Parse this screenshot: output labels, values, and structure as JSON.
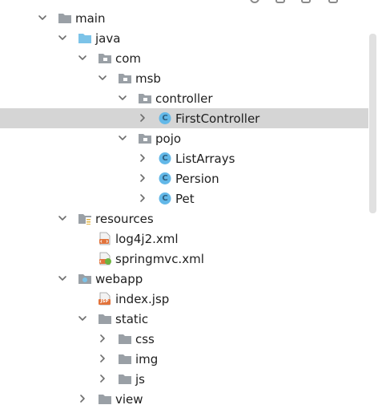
{
  "colors": {
    "selection": "#d5d5d5",
    "folder": "#9aa0a6",
    "source_folder": "#7cc3e8",
    "class_circle": "#63b8e8",
    "class_letter": "#2d5f80",
    "scrollbar_thumb": "#e1e1e1",
    "chevron": "#6e6e6e"
  },
  "tree": {
    "items": [
      {
        "label": "main",
        "icon": "folder-icon",
        "depth": 0,
        "state": "expanded"
      },
      {
        "label": "java",
        "icon": "source-folder-icon",
        "depth": 1,
        "state": "expanded"
      },
      {
        "label": "com",
        "icon": "package-icon",
        "depth": 2,
        "state": "expanded"
      },
      {
        "label": "msb",
        "icon": "package-icon",
        "depth": 3,
        "state": "expanded"
      },
      {
        "label": "controller",
        "icon": "package-icon",
        "depth": 4,
        "state": "expanded"
      },
      {
        "label": "FirstController",
        "icon": "class-icon",
        "letter": "C",
        "depth": 5,
        "state": "collapsed",
        "selected": true
      },
      {
        "label": "pojo",
        "icon": "package-icon",
        "depth": 4,
        "state": "expanded"
      },
      {
        "label": "ListArrays",
        "icon": "class-icon",
        "letter": "C",
        "depth": 5,
        "state": "collapsed"
      },
      {
        "label": "Persion",
        "icon": "class-icon",
        "letter": "C",
        "depth": 5,
        "state": "collapsed"
      },
      {
        "label": "Pet",
        "icon": "class-icon",
        "letter": "C",
        "depth": 5,
        "state": "collapsed"
      },
      {
        "label": "resources",
        "icon": "resources-folder-icon",
        "depth": 1,
        "state": "expanded"
      },
      {
        "label": "log4j2.xml",
        "icon": "xml-file-icon",
        "depth": 2,
        "state": "leaf"
      },
      {
        "label": "springmvc.xml",
        "icon": "spring-xml-file-icon",
        "depth": 2,
        "state": "leaf"
      },
      {
        "label": "webapp",
        "icon": "web-folder-icon",
        "depth": 1,
        "state": "expanded"
      },
      {
        "label": "index.jsp",
        "icon": "jsp-file-icon",
        "badge": "JSP",
        "depth": 2,
        "state": "leaf"
      },
      {
        "label": "static",
        "icon": "folder-icon",
        "depth": 2,
        "state": "expanded"
      },
      {
        "label": "css",
        "icon": "folder-icon",
        "depth": 3,
        "state": "collapsed"
      },
      {
        "label": "img",
        "icon": "folder-icon",
        "depth": 3,
        "state": "collapsed"
      },
      {
        "label": "js",
        "icon": "folder-icon",
        "depth": 3,
        "state": "collapsed"
      },
      {
        "label": "view",
        "icon": "folder-icon",
        "depth": 2,
        "state": "collapsed"
      }
    ]
  }
}
